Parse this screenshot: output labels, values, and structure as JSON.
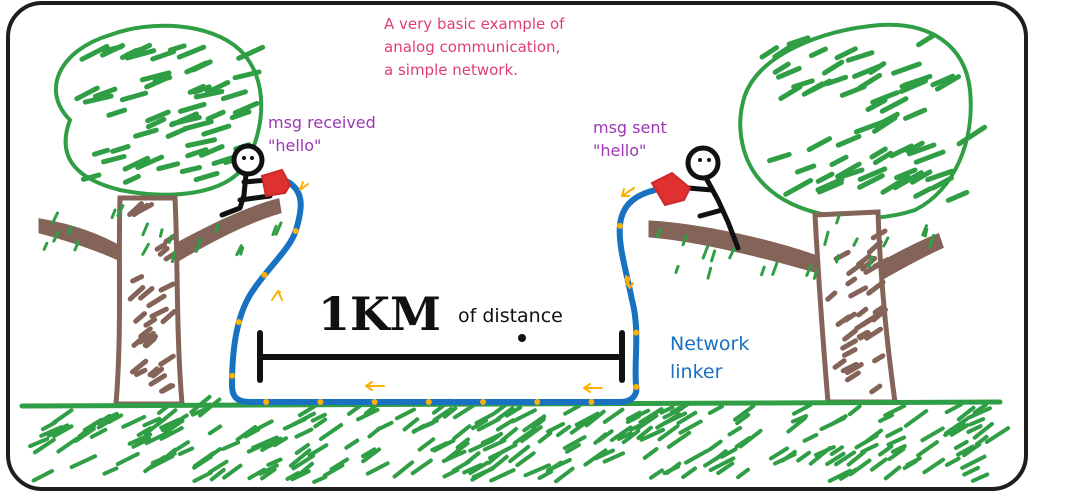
{
  "diagram": {
    "caption_lines": [
      "A very basic example of",
      "analog communication,",
      "a simple network."
    ],
    "receiver_label": "msg received",
    "receiver_msg": "\"hello\"",
    "sender_label": "msg sent",
    "sender_msg": "\"hello\"",
    "distance_value": "1KM",
    "distance_text": "of distance",
    "cable_label_lines": [
      "Network",
      "linker"
    ]
  },
  "colors": {
    "frame": "#1e1e1e",
    "grass": "#2f9e44",
    "trunk": "#846358",
    "cable": "#1971c2",
    "signal_dots": "#fab005",
    "cup": "#e03131",
    "caption": "#e03e73",
    "labels": "#9c36b5"
  },
  "icons": [
    "tree-icon",
    "stick-figure-icon",
    "cup-phone-icon",
    "arrow-icon"
  ]
}
